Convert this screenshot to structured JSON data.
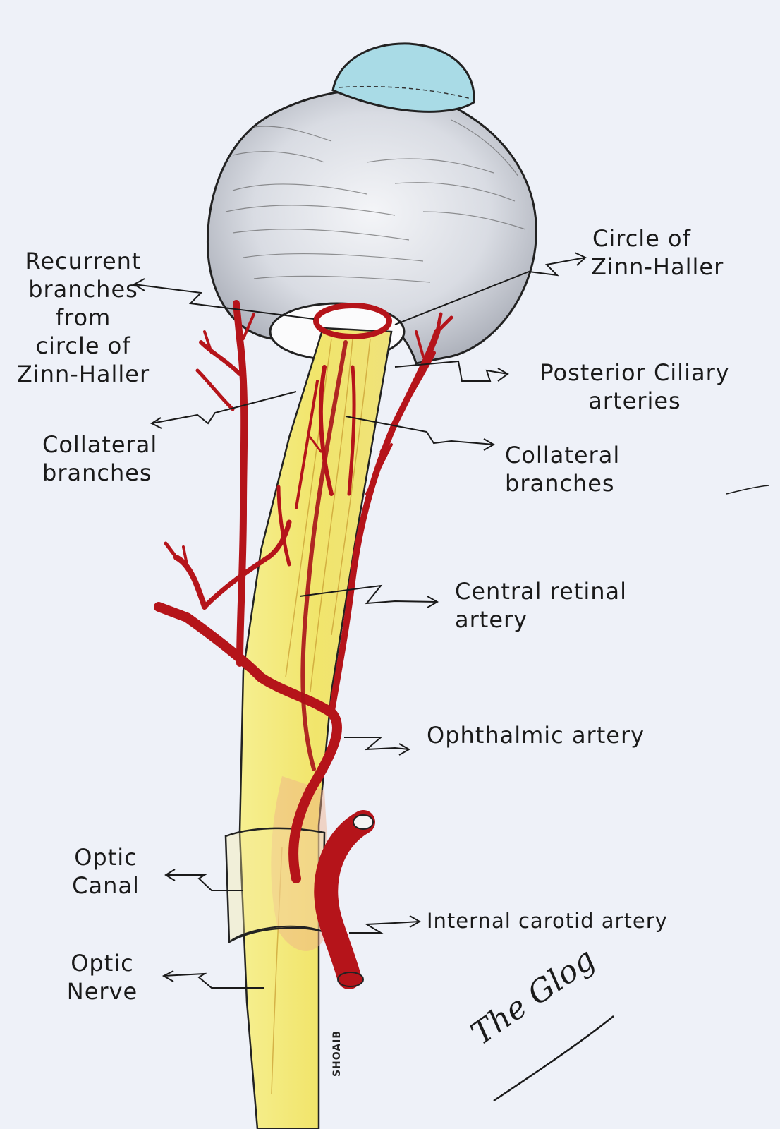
{
  "labels": {
    "recurrent": [
      "Recurrent",
      "branches",
      "from",
      "circle of",
      "Zinn-Haller"
    ],
    "circle_zinn": [
      "Circle of",
      "Zinn-Haller"
    ],
    "posterior_ciliary": [
      "Posterior Ciliary",
      "arteries"
    ],
    "collateral_left": [
      "Collateral",
      "branches"
    ],
    "collateral_right": [
      "Collateral",
      "branches"
    ],
    "central_retinal": [
      "Central retinal",
      "artery"
    ],
    "ophthalmic": "Ophthalmic artery",
    "optic_canal": [
      "Optic",
      "Canal"
    ],
    "internal_carotid": "Internal carotid artery",
    "optic_nerve": [
      "Optic",
      "Nerve"
    ]
  },
  "signature": "The Glog",
  "artist_mark": "SHOAIB",
  "colors": {
    "paper": "#eef1f8",
    "globe": "#d3d6de",
    "cornea": "#a9dbe6",
    "nerve": "#f3ea7a",
    "artery": "#b5141a",
    "ink": "#1a1a1a"
  }
}
